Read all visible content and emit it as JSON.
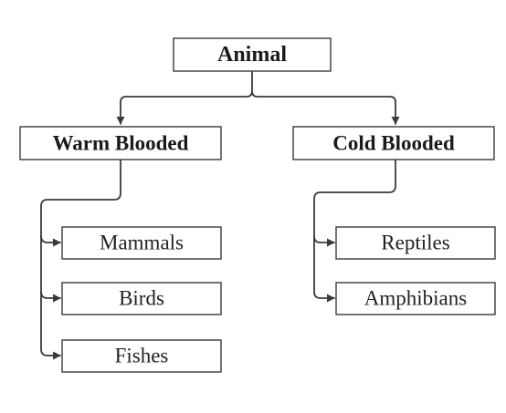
{
  "diagram": {
    "root": {
      "label": "Animal"
    },
    "groups": [
      {
        "label": "Warm Blooded",
        "children": [
          "Mammals",
          "Birds",
          "Fishes"
        ]
      },
      {
        "label": "Cold Blooded",
        "children": [
          "Reptiles",
          "Amphibians"
        ]
      }
    ]
  },
  "colors": {
    "line": "#3a3a3a",
    "text": "#1a1a1a",
    "background": "#ffffff"
  }
}
